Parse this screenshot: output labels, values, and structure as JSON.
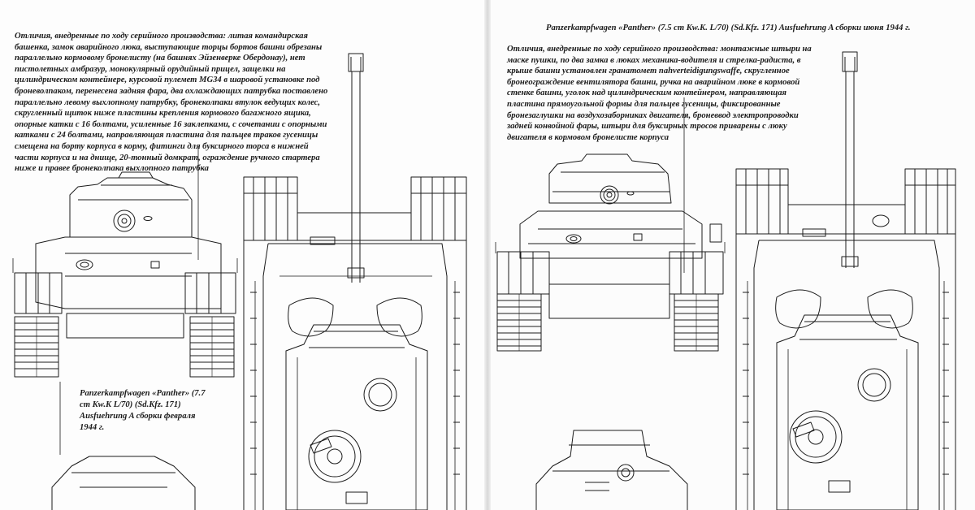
{
  "book_spread": {
    "left_page": {
      "caption": "Отличия, внедренные по ходу серийного производства: литая командирская башенка, замок аварийного люка, выступающие торцы бортов башни обрезаны параллельно кормовому бронелисту (на башнях Эйзенверке Обердонау), нет пистолетных амбразур, монокулярный орудийный прицел, защелки на цилиндрическом контейнере, курсовой пулемет MG34 в шаровой установке под броневолпаком, перенесена задняя фара, два охлаждающих патрубка поставлено параллельно левому выхлопному патрубку, бронеколпаки втулок ведущих колес, скругленный щиток ниже пластины крепления кормового багажного ящика, опорные катки с 16 болтами, усиленные 16 заклепками, с сочетании с опорными катками с 24 болтами, направляющая пластина для пальцев траков гусеницы смещена на борту корпуса в корму, фитинги для буксирного торса в нижней части корпуса и на днище, 20-тонный домкрат, ограждение ручного стартера ниже и правее бронеколпака выхлопного патрубка",
      "model_title": "Panzerkampfwagen «Panther» (7.7 cm Kw.K L/70) (Sd.Kfz. 171) Ausfuehrung A сборки февраля 1944 г."
    },
    "right_page": {
      "model_title": "Panzerkampfwagen «Panther» (7.5 cm Kw.K. L/70) (Sd.Kfz. 171) Ausfuehrung A сборки июня 1944 г.",
      "caption": "Отличия, внедренные по ходу серийного производства: монтажные штыри на маске пушки, по два замка в люках механика-водителя и стрелка-радиста, в крыше башни установлен гранатомет nahverteidigungswaffe, скругленное бронеограждение вентилятора башни, ручка на аварийном люке в кормовой стенке башни, уголок над цилиндрическим контейнером, направляющая пластина прямоугольной формы для пальцев гусеницы, фиксированные бронезаглушки на воздухозаборниках двигателя, броневвод электропроводки задней конвойной фары, штыри для буксирных тросов приварены с люку двигателя в кормовом бронелисте корпуса"
    }
  },
  "colors": {
    "line": "#1b1b1b",
    "paper": "#fcfcfc",
    "text": "#1a1a1a"
  }
}
